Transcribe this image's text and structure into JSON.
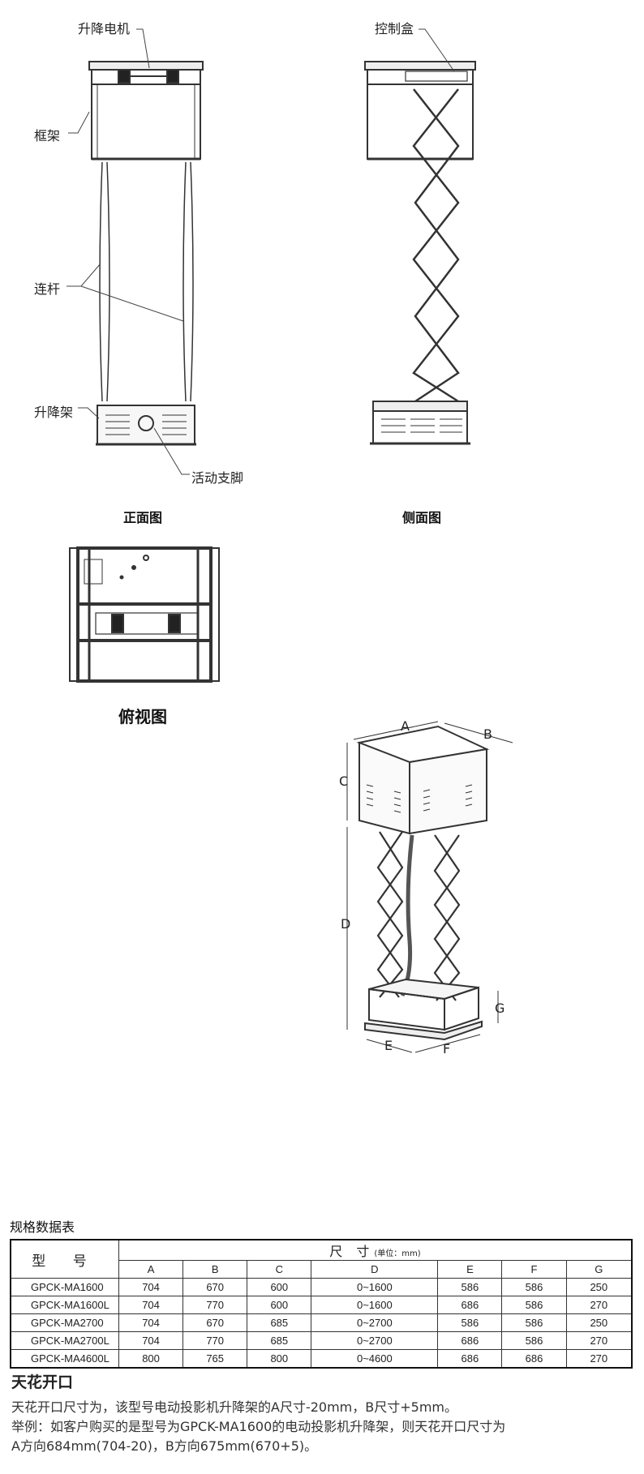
{
  "front_view": {
    "caption": "正面图",
    "labels": {
      "motor": "升降电机",
      "frame": "框架",
      "link": "连杆",
      "lift": "升降架",
      "foot": "活动支脚"
    }
  },
  "side_view": {
    "caption": "侧面图",
    "labels": {
      "box": "控制盒"
    }
  },
  "top_view": {
    "caption": "俯视图"
  },
  "iso_view": {
    "labels": {
      "a": "A",
      "b": "B",
      "c": "C",
      "d": "D",
      "e": "E",
      "f": "F",
      "g": "G"
    }
  },
  "spec_table": {
    "title": "规格数据表",
    "header_model": "型 号",
    "header_dim": "尺 寸",
    "header_unit": "(单位：mm)",
    "columns": [
      "A",
      "B",
      "C",
      "D",
      "E",
      "F",
      "G"
    ],
    "rows": [
      {
        "model": "GPCK-MA1600",
        "values": [
          "704",
          "670",
          "600",
          "0~1600",
          "586",
          "586",
          "250"
        ]
      },
      {
        "model": "GPCK-MA1600L",
        "values": [
          "704",
          "770",
          "600",
          "0~1600",
          "686",
          "586",
          "270"
        ]
      },
      {
        "model": "GPCK-MA2700",
        "values": [
          "704",
          "670",
          "685",
          "0~2700",
          "586",
          "586",
          "250"
        ]
      },
      {
        "model": "GPCK-MA2700L",
        "values": [
          "704",
          "770",
          "685",
          "0~2700",
          "686",
          "586",
          "270"
        ]
      },
      {
        "model": "GPCK-MA4600L",
        "values": [
          "800",
          "765",
          "800",
          "0~4600",
          "686",
          "686",
          "270"
        ]
      }
    ]
  },
  "ceiling_cut": {
    "title": "天花开口",
    "line1": "天花开口尺寸为，该型号电动投影机升降架的A尺寸-20mm，B尺寸+5mm。",
    "line2": "举例：如客户购买的是型号为GPCK-MA1600的电动投影机升降架，则天花开口尺寸为",
    "line3": "A方向684mm(704-20)，B方向675mm(670+5)。"
  }
}
